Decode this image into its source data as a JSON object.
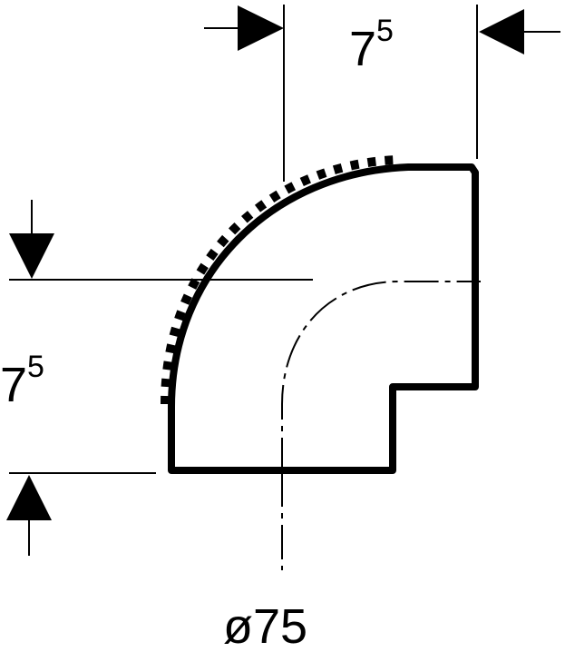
{
  "dimensions": {
    "horizontal": {
      "base": "7",
      "exponent": "5"
    },
    "vertical": {
      "base": "7",
      "exponent": "5"
    },
    "diameter": "ø75"
  },
  "colors": {
    "line": "#000000",
    "background": "#ffffff"
  }
}
